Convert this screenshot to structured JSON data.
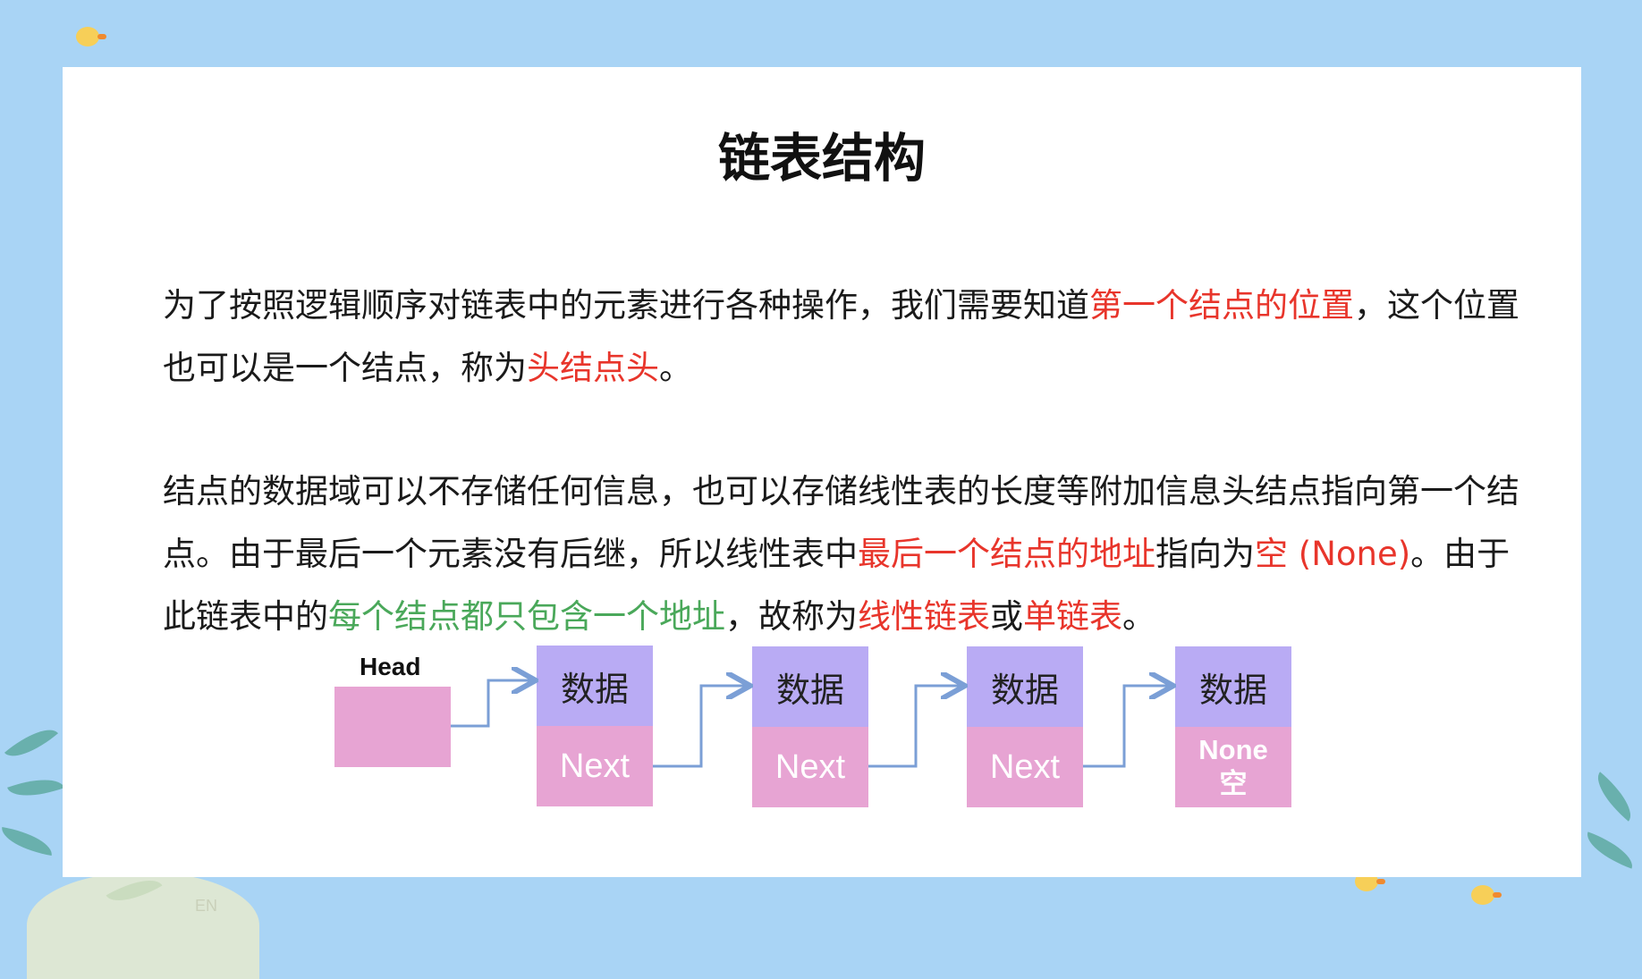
{
  "slide": {
    "title": "链表结构",
    "paragraph1": [
      {
        "text": "为了按照逻辑顺序对链表中的元素进行各种操作，我们需要知道",
        "style": "normal"
      },
      {
        "text": "第一个结点的位置",
        "style": "red"
      },
      {
        "text": "，这个位置也可以是一个结点，称为",
        "style": "normal"
      },
      {
        "text": "头结点头",
        "style": "red"
      },
      {
        "text": "。",
        "style": "normal"
      }
    ],
    "paragraph2": [
      {
        "text": "结点的数据域可以不存储任何信息，也可以存储线性表的长度等附加信息头结点指向第一个结点。由于最后一个元素没有后继，所以线性表中",
        "style": "normal"
      },
      {
        "text": "最后一个结点的地址",
        "style": "red"
      },
      {
        "text": "指向为",
        "style": "normal"
      },
      {
        "text": "空 (None)",
        "style": "red"
      },
      {
        "text": "。由于此链表中的",
        "style": "normal"
      },
      {
        "text": "每个结点都只包含一个地址",
        "style": "green"
      },
      {
        "text": "，故称为",
        "style": "normal"
      },
      {
        "text": "线性链表",
        "style": "red"
      },
      {
        "text": "或",
        "style": "normal"
      },
      {
        "text": "单链表",
        "style": "red"
      },
      {
        "text": "。",
        "style": "normal"
      }
    ]
  },
  "diagram": {
    "head_label": "Head",
    "nodes": [
      {
        "data": "数据",
        "next": "Next"
      },
      {
        "data": "数据",
        "next": "Next"
      },
      {
        "data": "数据",
        "next": "Next"
      },
      {
        "data": "数据",
        "next_line1": "None",
        "next_line2": "空"
      }
    ]
  },
  "decorations": {
    "corner_badge": "EN"
  },
  "colors": {
    "background": "#a9d4f5",
    "red": "#e8352b",
    "green": "#4aa85a",
    "data_cell": "#b9abf4",
    "next_cell": "#e7a4d3",
    "arrow": "#7b9fd6"
  }
}
